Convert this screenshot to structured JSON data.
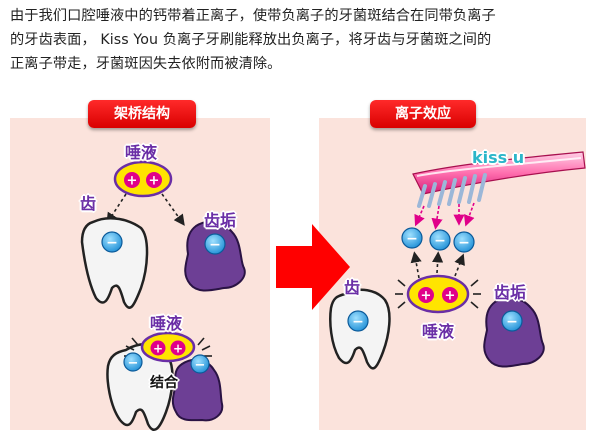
{
  "intro": {
    "lines": [
      "由于我们口腔唾液中的钙带着正离子，使带负离子的牙菌斑结合在同带负离子",
      "的牙齿表面，  Kiss You 负离子牙刷能释放出负离子，将牙齿与牙菌斑之间的",
      "正离子带走，牙菌斑因失去依附而被清除。"
    ]
  },
  "left_panel": {
    "title": "架桥结构",
    "saliva_label": "唾液",
    "tooth_label": "齿",
    "plaque_label": "齿垢",
    "saliva_label_2": "唾液",
    "bond_label": "结合"
  },
  "right_panel": {
    "title": "离子效应",
    "brand_label": "kiss u",
    "tooth_label": "齿",
    "plaque_label": "齿垢",
    "saliva_label": "唾液"
  },
  "symbols": {
    "positive": "+",
    "negative": "−"
  },
  "colors": {
    "title_red": "#e60000",
    "panel_bg": "#fbe3dc",
    "saliva_yellow": "#ffe400",
    "ion_pink": "#e0008a",
    "ion_blue": "#1f8fd6",
    "plaque_purple": "#6d3f95",
    "label_purple": "#6a2ea6",
    "brand_teal": "#2bb6c9",
    "arrow_red": "#ff0000"
  }
}
